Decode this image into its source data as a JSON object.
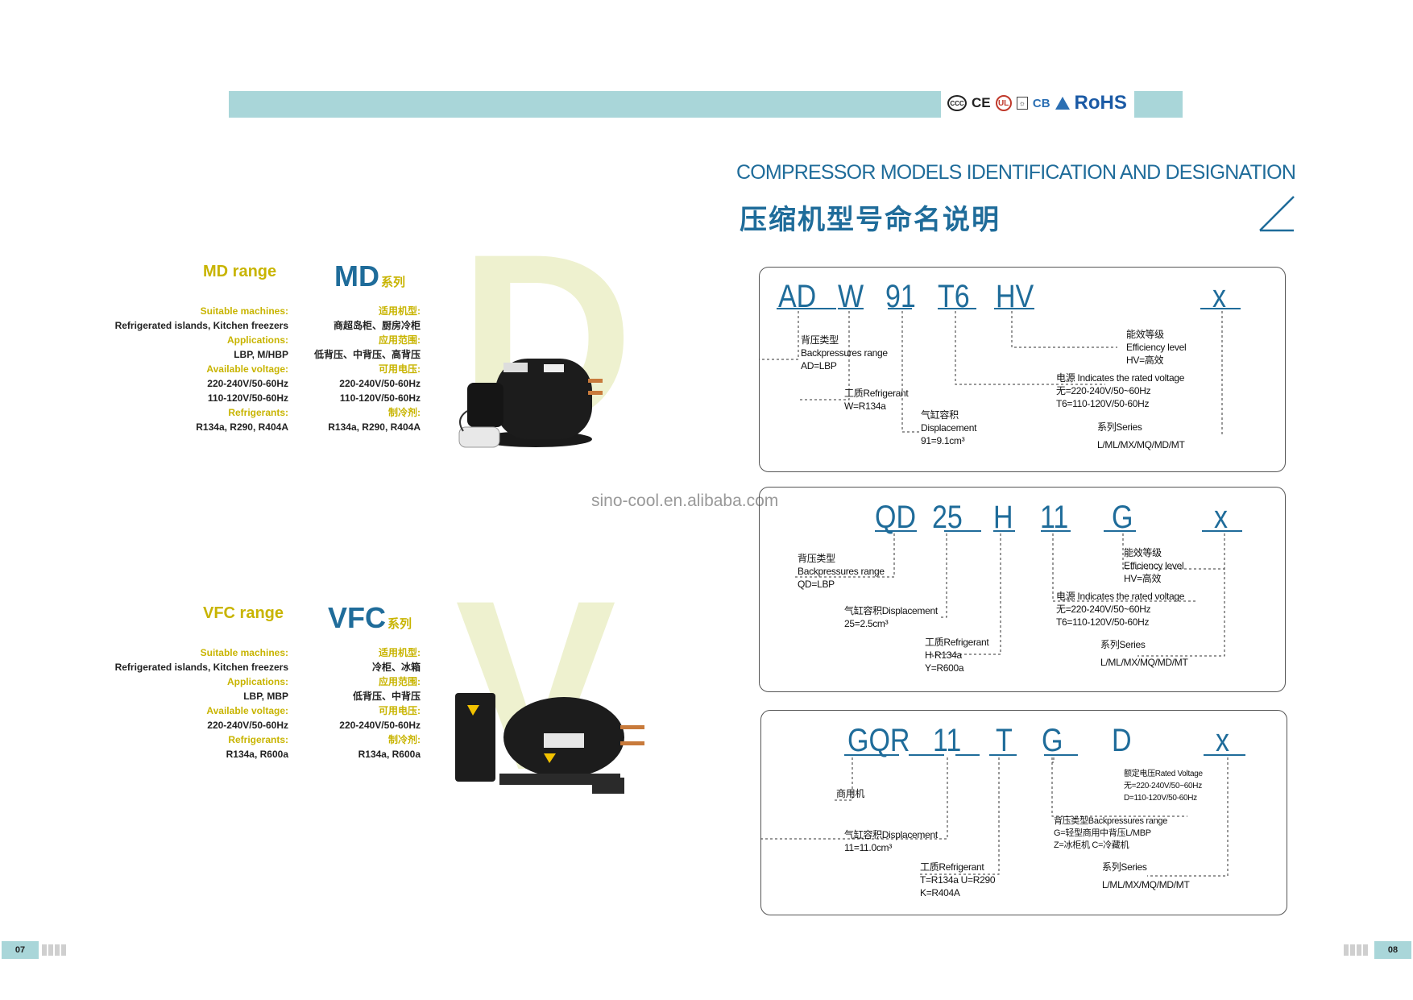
{
  "certifications": [
    "CCC",
    "CE",
    "UL",
    "CB",
    "RoHS"
  ],
  "header": {
    "title_en": "COMPRESSOR MODELS IDENTIFICATION AND DESIGNATION",
    "title_cn": "压缩机型号命名说明"
  },
  "website": "sino-cool.en.alibaba.com",
  "md": {
    "range_en": "MD range",
    "title": "MD",
    "title_suffix": "系列",
    "letter": "D",
    "en": [
      {
        "label": "Suitable machines:",
        "values": [
          "Refrigerated islands, Kitchen freezers"
        ]
      },
      {
        "label": "Applications:",
        "values": [
          "LBP, M/HBP"
        ]
      },
      {
        "label": "Available voltage:",
        "values": [
          "220-240V/50-60Hz",
          "110-120V/50-60Hz"
        ]
      },
      {
        "label": "Refrigerants:",
        "values": [
          "R134a, R290, R404A"
        ]
      }
    ],
    "cn": [
      {
        "label": "适用机型:",
        "values": [
          "商超岛柜、厨房冷柜"
        ]
      },
      {
        "label": "应用范围:",
        "values": [
          "低背压、中背压、高背压"
        ]
      },
      {
        "label": "可用电压:",
        "values": [
          "220-240V/50-60Hz",
          "110-120V/50-60Hz"
        ]
      },
      {
        "label": "制冷剂:",
        "values": [
          "R134a, R290, R404A"
        ]
      }
    ]
  },
  "vfc": {
    "range_en": "VFC range",
    "title": "VFC",
    "title_suffix": "系列",
    "letter": "V",
    "en": [
      {
        "label": "Suitable machines:",
        "values": [
          "Refrigerated islands, Kitchen freezers"
        ]
      },
      {
        "label": "Applications:",
        "values": [
          "LBP, MBP"
        ]
      },
      {
        "label": "Available voltage:",
        "values": [
          "220-240V/50-60Hz"
        ]
      },
      {
        "label": "Refrigerants:",
        "values": [
          "R134a, R600a"
        ]
      }
    ],
    "cn": [
      {
        "label": "适用机型:",
        "values": [
          "冷柜、冰箱"
        ]
      },
      {
        "label": "应用范围:",
        "values": [
          "低背压、中背压"
        ]
      },
      {
        "label": "可用电压:",
        "values": [
          "220-240V/50-60Hz"
        ]
      },
      {
        "label": "制冷剂:",
        "values": [
          "R134a, R600a"
        ]
      }
    ]
  },
  "box1": {
    "codes": [
      "AD",
      "W",
      "91",
      "T6",
      "HV",
      "x"
    ],
    "notes": {
      "backpressure": [
        "背压类型",
        "Backpressures range",
        "AD=LBP"
      ],
      "refrigerant": [
        "工质Refrigerant",
        "W=R134a"
      ],
      "displacement": [
        "气缸容积",
        "Displacement",
        "91=9.1cm³"
      ],
      "efficiency": [
        "能效等级",
        "Efficiency level",
        "HV=高效"
      ],
      "voltage": [
        "电源 Indicates the rated voltage",
        "无=220-240V/50~60Hz",
        "T6=110-120V/50-60Hz"
      ],
      "series": [
        "系列Series",
        "L/ML/MX/MQ/MD/MT"
      ]
    }
  },
  "box2": {
    "codes": [
      "QD",
      "25",
      "H",
      "11",
      "G",
      "x"
    ],
    "notes": {
      "backpressure": [
        "背压类型",
        "Backpressures range",
        "QD=LBP"
      ],
      "displacement": [
        "气缸容积Displacement",
        "25=2.5cm³"
      ],
      "refrigerant": [
        "工质Refrigerant",
        "H-R134a",
        "Y=R600a"
      ],
      "efficiency": [
        "能效等级",
        "Efficiency level",
        "HV=高效"
      ],
      "voltage": [
        "电源 Indicates the rated voltage",
        "无=220-240V/50~60Hz",
        "T6=110-120V/50-60Hz"
      ],
      "series": [
        "系列Series",
        "L/ML/MX/MQ/MD/MT"
      ]
    }
  },
  "box3": {
    "codes": [
      "GQR",
      "11",
      "T",
      "G",
      "D",
      "x"
    ],
    "notes": {
      "commercial": [
        "商用机"
      ],
      "displacement": [
        "气缸容积Displacement",
        "11=11.0cm³"
      ],
      "refrigerant": [
        "工质Refrigerant",
        "T=R134a U=R290",
        "K=R404A"
      ],
      "rated_voltage": [
        "额定电压Rated Voltage",
        "无=220-240V/50~60Hz",
        "D=110-120V/50-60Hz"
      ],
      "backpressure": [
        "背压类型Backpressures range",
        "G=轻型商用中背压L/MBP",
        "Z=冰柜机 C=冷藏机"
      ],
      "series": [
        "系列Series",
        "L/ML/MX/MQ/MD/MT"
      ]
    }
  },
  "pages": {
    "left": "07",
    "right": "08"
  }
}
